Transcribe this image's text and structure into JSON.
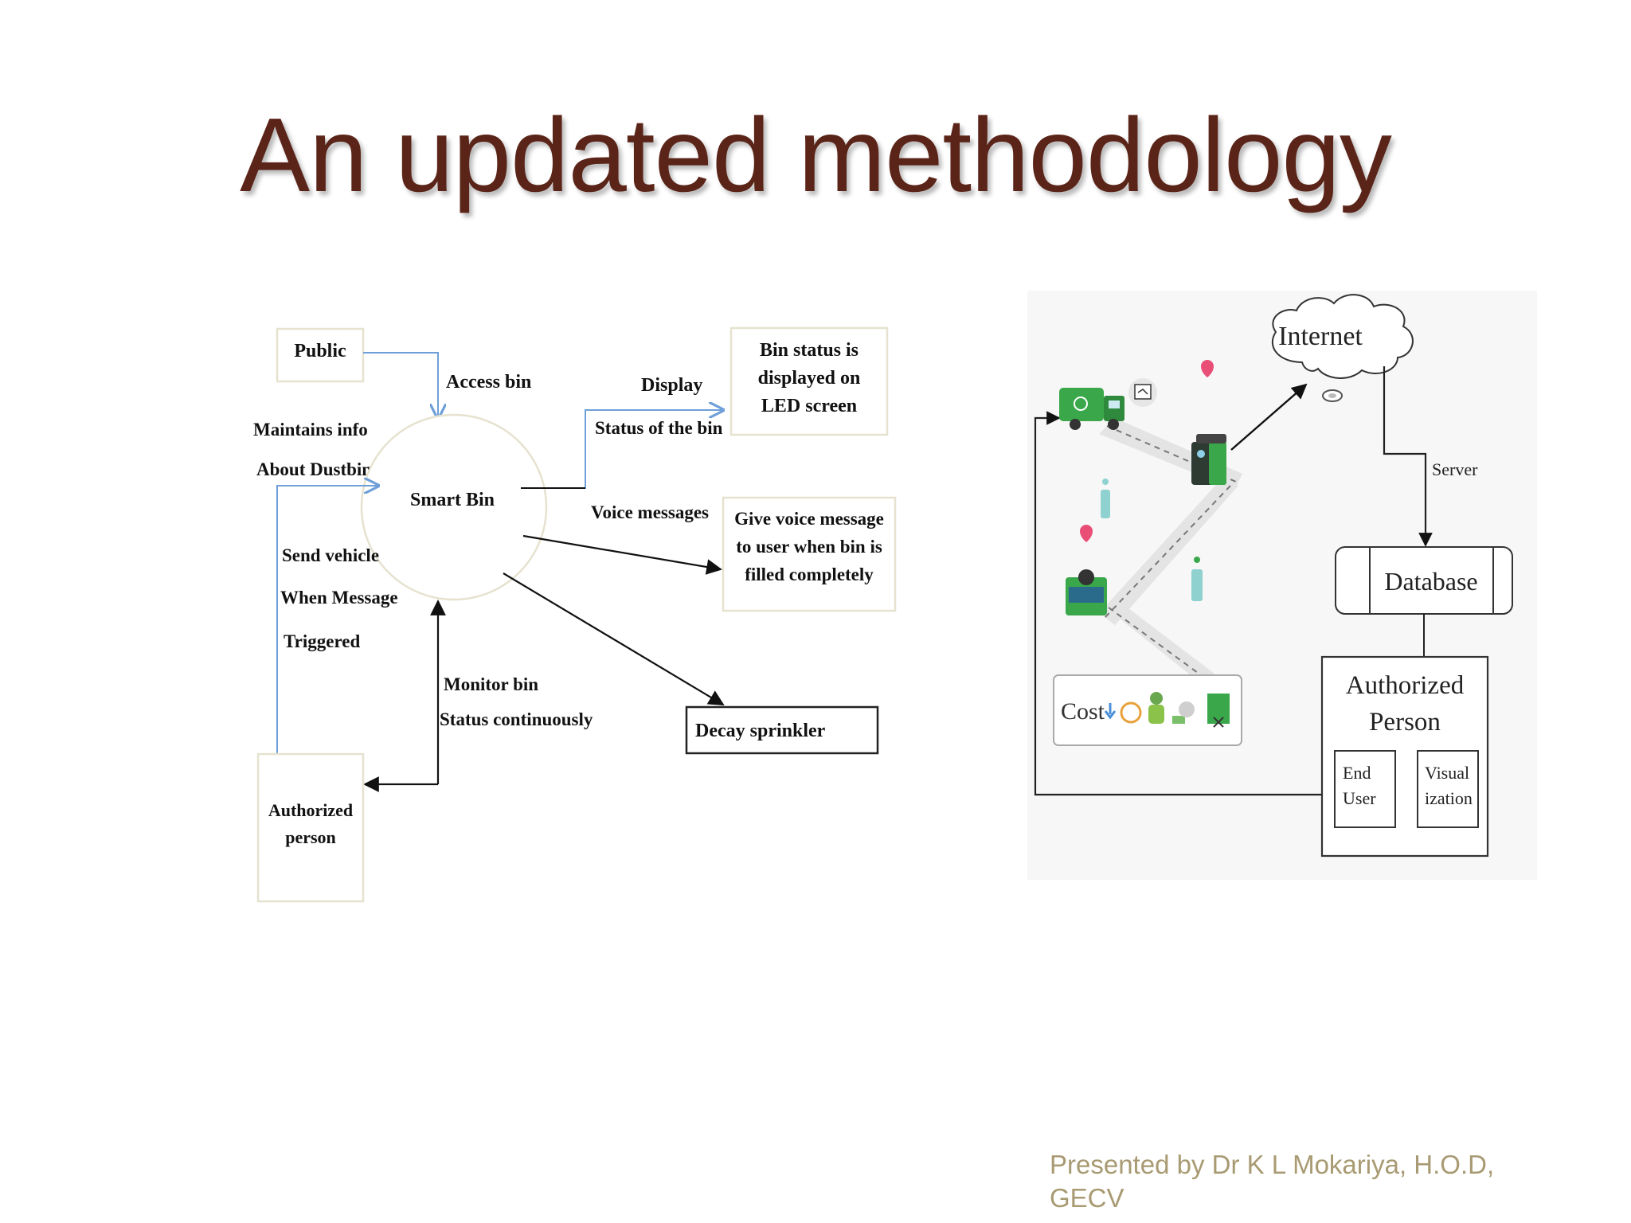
{
  "slide": {
    "title": "An updated methodology",
    "footer_line1": "Presented by Dr K L Mokariya, H.O.D,",
    "footer_line2": "GECV"
  },
  "left_diagram": {
    "public": "Public",
    "access_bin": "Access bin",
    "maintains_info": "Maintains info",
    "about_dustbin": "About Dustbin",
    "smart_bin": "Smart Bin",
    "display": "Display",
    "status_of_bin": "Status of the bin",
    "led_line1": "Bin status is",
    "led_line2": "displayed on",
    "led_line3": "LED screen",
    "voice_messages": "Voice messages",
    "voice_line1": "Give voice message",
    "voice_line2": "to user when bin is",
    "voice_line3": "filled completely",
    "send_vehicle": "Send vehicle",
    "when_message": "When Message",
    "triggered": "Triggered",
    "monitor_bin": "Monitor bin",
    "status_continuously": "Status continuously",
    "decay_sprinkler": "Decay sprinkler",
    "authorized_line1": "Authorized",
    "authorized_line2": "person"
  },
  "right_diagram": {
    "internet": "Internet",
    "server": "Server",
    "database": "Database",
    "authorized_line1": "Authorized",
    "authorized_line2": "Person",
    "end_user_line1": "End",
    "end_user_line2": "User",
    "visual_line1": "Visual",
    "visual_line2": "ization",
    "cost": "Cost"
  },
  "colors": {
    "title": "#5b2418",
    "footer": "#a89a72",
    "blue_arrow": "#6f9fd8",
    "truck_green": "#3aa84a",
    "box_border": "#e6e2cf"
  }
}
